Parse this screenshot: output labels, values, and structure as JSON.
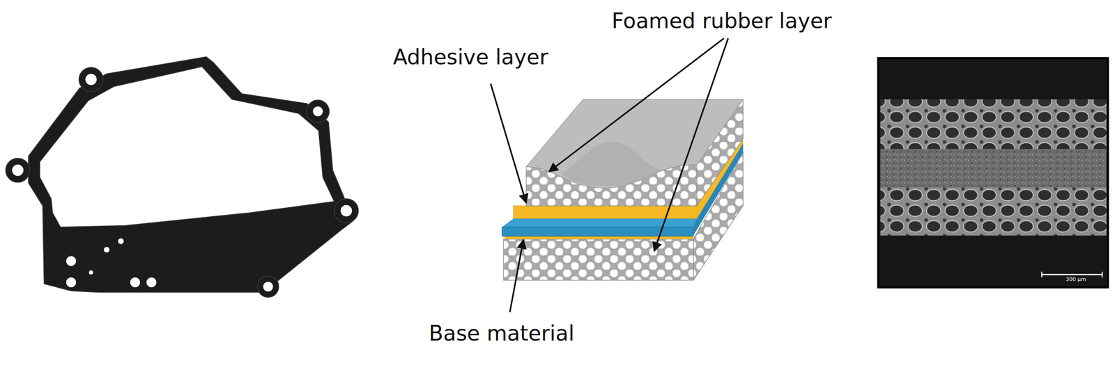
{
  "diagram": {
    "labels": [
      "Foamed rubber layer",
      "Adhesive layer",
      "Base material",
      "300 μm"
    ]
  }
}
